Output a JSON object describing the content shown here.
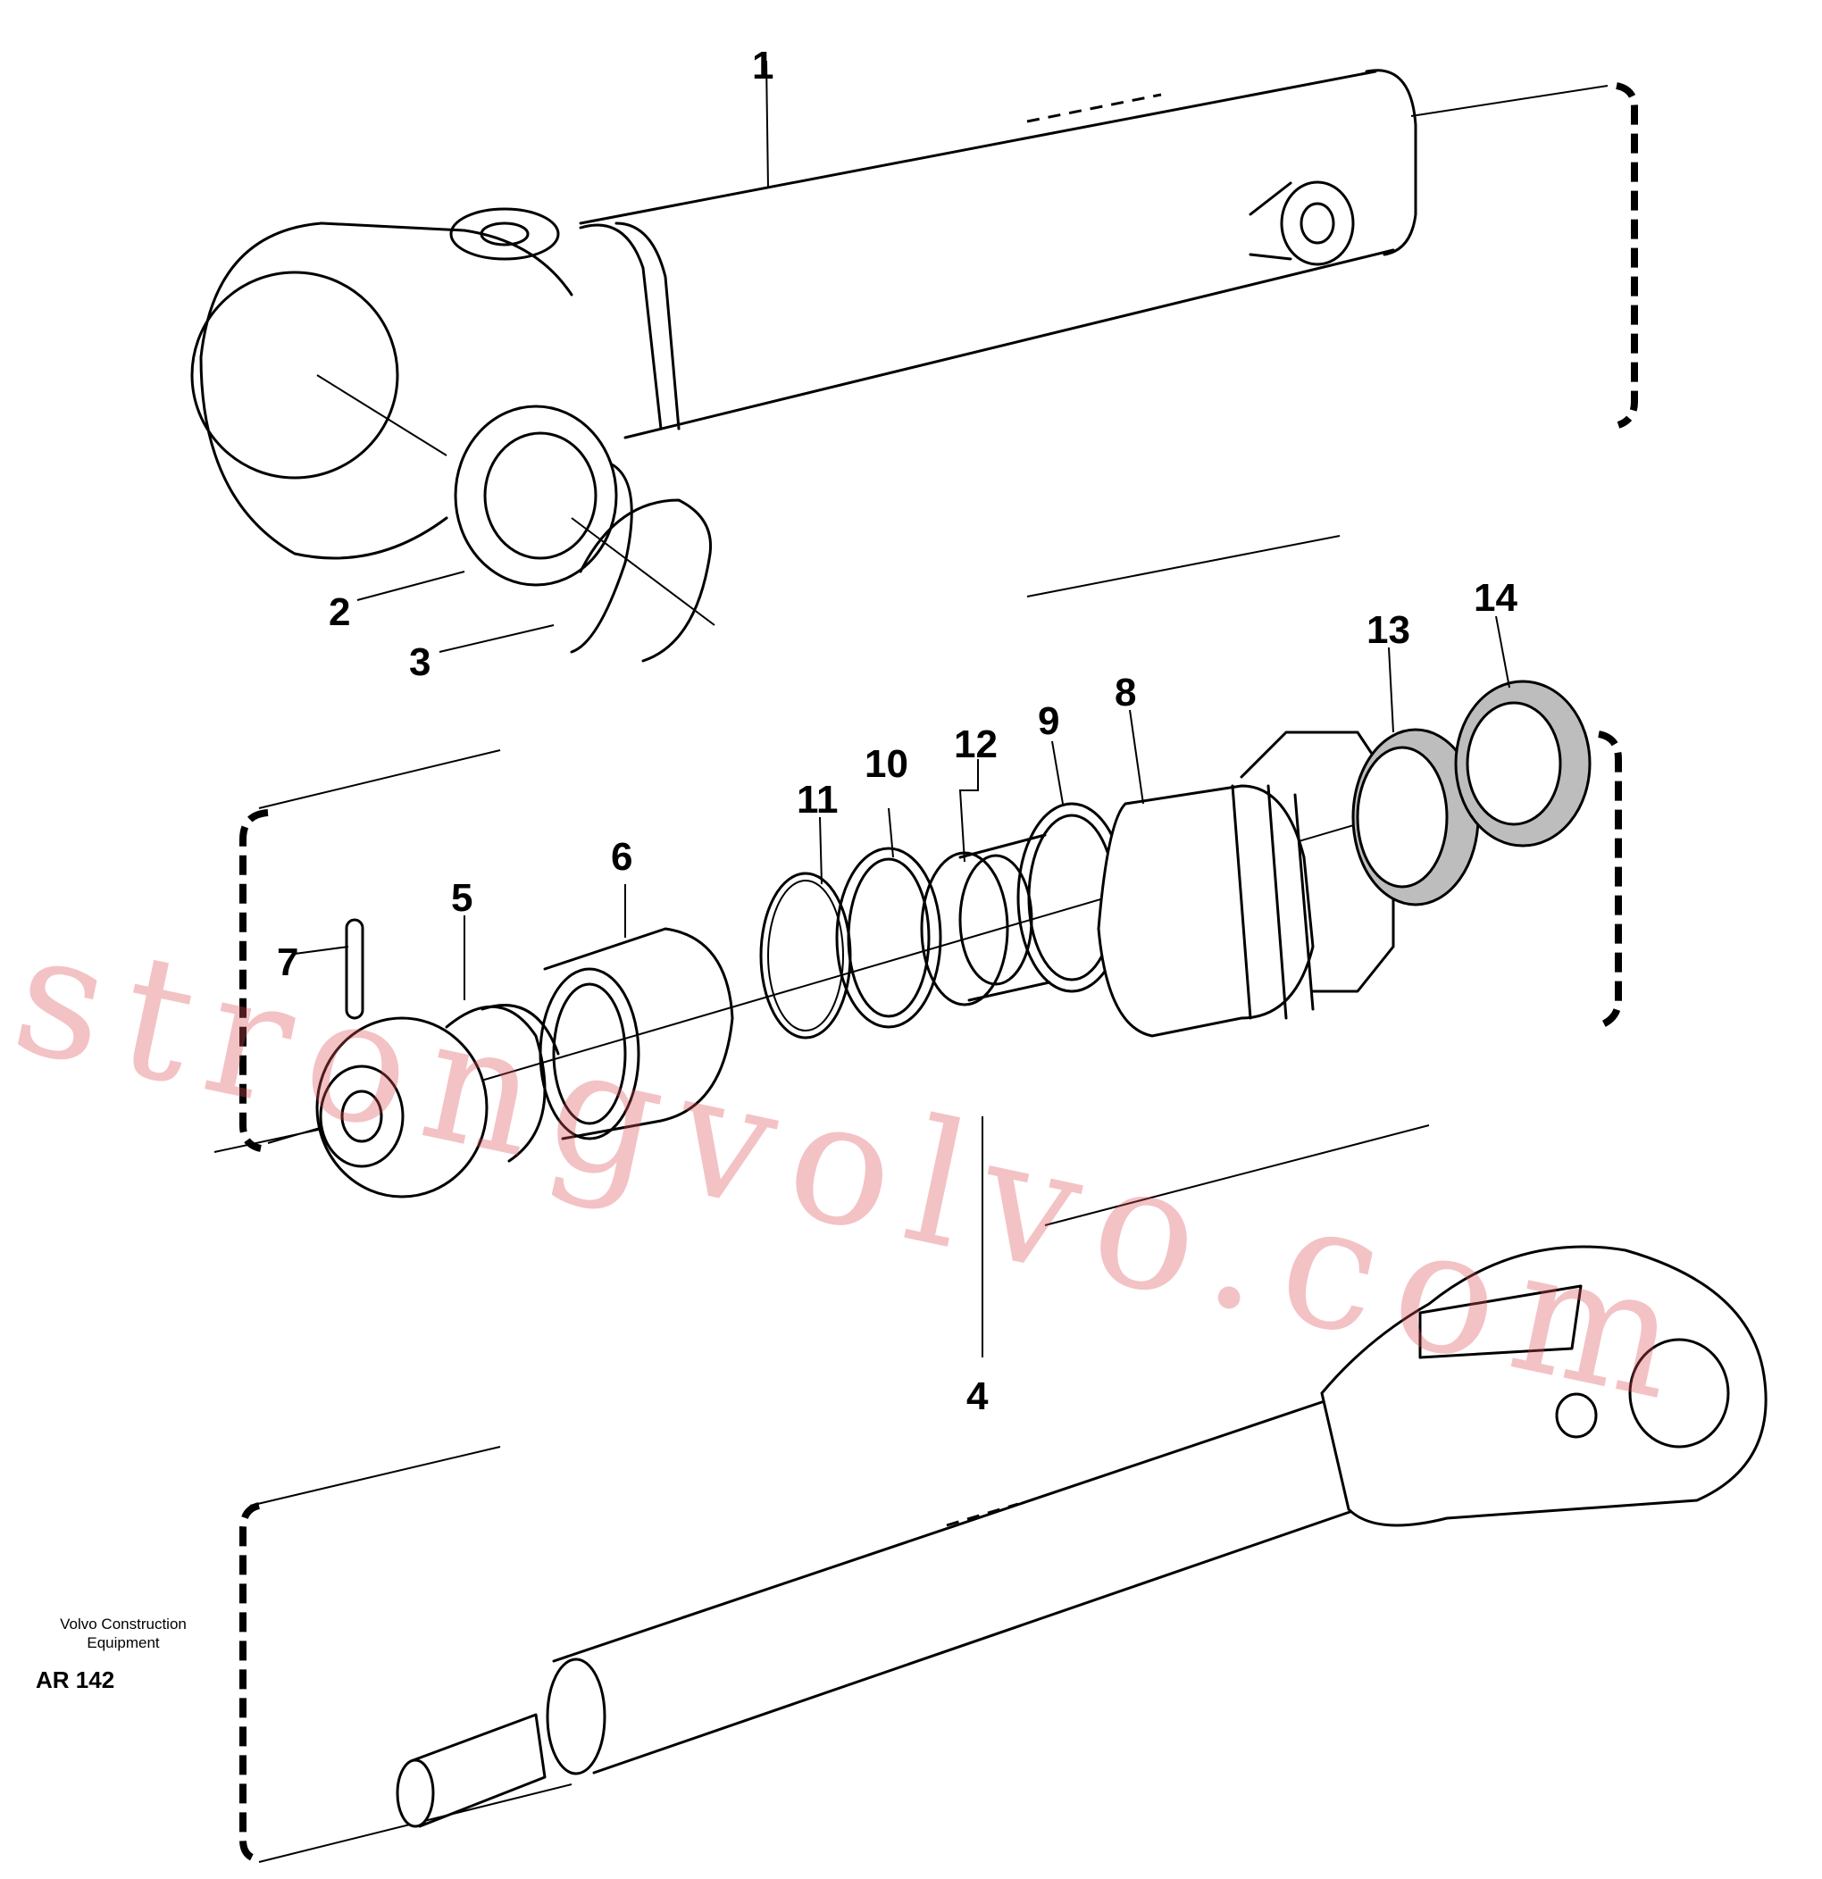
{
  "callouts": [
    {
      "id": "1",
      "text": "1"
    },
    {
      "id": "2",
      "text": "2"
    },
    {
      "id": "3",
      "text": "3"
    },
    {
      "id": "4",
      "text": "4"
    },
    {
      "id": "5",
      "text": "5"
    },
    {
      "id": "6",
      "text": "6"
    },
    {
      "id": "7",
      "text": "7"
    },
    {
      "id": "8",
      "text": "8"
    },
    {
      "id": "9",
      "text": "9"
    },
    {
      "id": "10",
      "text": "10"
    },
    {
      "id": "11",
      "text": "11"
    },
    {
      "id": "12",
      "text": "12"
    },
    {
      "id": "13",
      "text": "13"
    },
    {
      "id": "14",
      "text": "14"
    }
  ],
  "credit": {
    "line1": "Volvo Construction",
    "line2": "Equipment"
  },
  "drawing_code": "AR 142",
  "watermark": "strongvolvo.com"
}
